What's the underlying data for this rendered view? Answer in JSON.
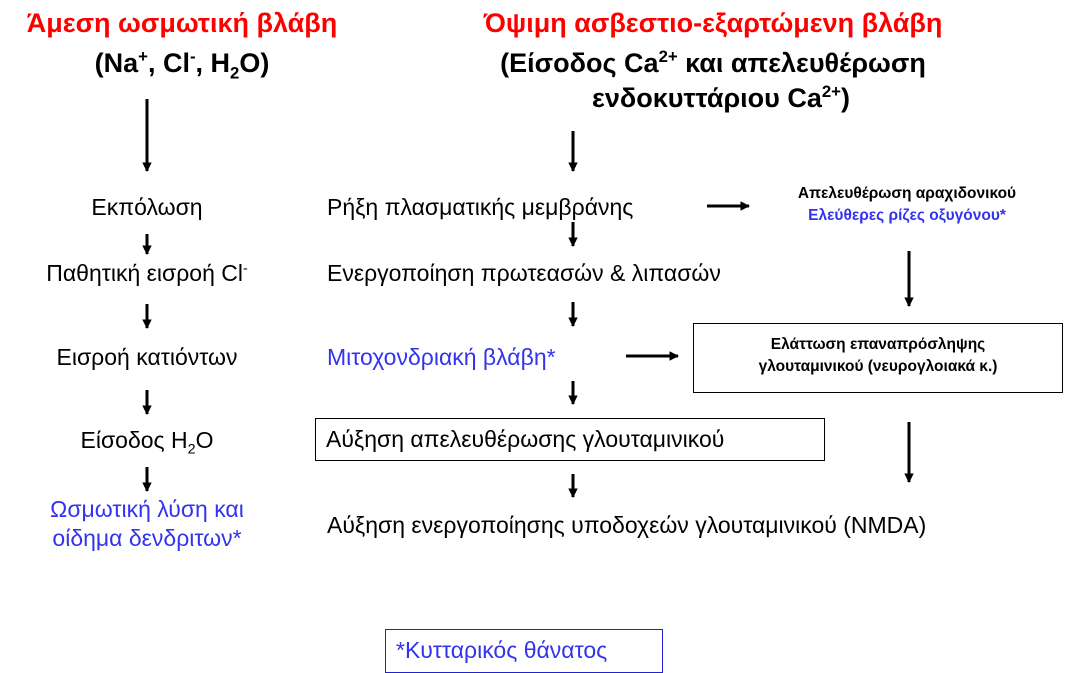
{
  "left_column": {
    "title": "Άμεση ωσμωτική βλάβη",
    "subtitle": {
      "open": "(Na",
      "na_sup": "+",
      "cl": ", Cl",
      "cl_sup": "-",
      "h": ", H",
      "h_sub": "2",
      "close": "O)"
    },
    "steps": {
      "depolarization": "Εκπόλωση",
      "cl_influx": "Παθητική εισροή Cl",
      "cl_influx_sup": "-",
      "cation_influx": "Εισροή κατιόντων",
      "water_entry_a": "Είσοδος H",
      "water_entry_sub": "2",
      "water_entry_b": "O",
      "osmotic_lysis_line1": "Ωσμωτική λύση και",
      "osmotic_lysis_line2": "οίδημα δενδριτων*"
    }
  },
  "right_column": {
    "title": "Όψιμη ασβεστιο-εξαρτώμενη βλάβη",
    "subtitle": {
      "line1_a": "(Είσοδος Ca",
      "line1_sup": "2+",
      "line1_b": " και απελευθέρωση",
      "line2_a": "ενδοκυττάριου Ca",
      "line2_sup": "2+",
      "line2_b": ")"
    },
    "steps": {
      "membrane_rupture": "Ρήξη πλασματικής μεμβράνης",
      "protease_activation": "Ενεργοποίηση πρωτεασών & λιπασών",
      "mito_damage": "Μιτοχονδριακή βλάβη*",
      "glutamate_release": "Αύξηση απελευθέρωσης γλουταμινικού",
      "nmda_activation": "Αύξηση ενεργοποίησης υποδοχεών γλουταμινικού (NMDA)"
    },
    "side": {
      "arachidonic": "Απελευθέρωση αραχιδονικού",
      "free_radicals": "Ελεύθερες ρίζες οξυγόνου*",
      "reuptake_line1": "Ελάττωση επαναπρόσληψης",
      "reuptake_line2": "γλουταμινικού (νευρογλοιακά κ.)"
    }
  },
  "legend": {
    "text": "*Κυτταρικός θάνατος"
  },
  "colors": {
    "title_red": "#ff0000",
    "accent_blue": "#3333ee",
    "arrow": "#000000"
  }
}
